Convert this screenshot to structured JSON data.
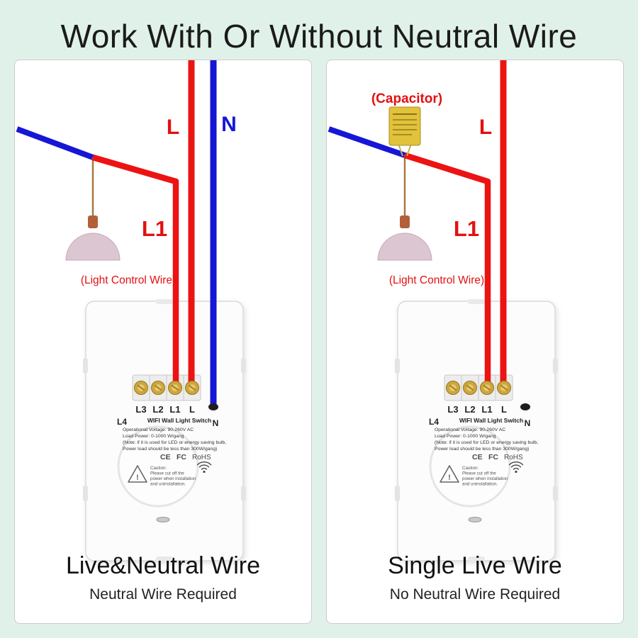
{
  "title": "Work With Or Without Neutral Wire",
  "colors": {
    "background": "#e0f1e9",
    "wire_red": "#ec1313",
    "wire_blue": "#1616d6",
    "label_red": "#e41010",
    "lamp_shade": "#dcc6d1",
    "capacitor_body": "#e2c23a"
  },
  "left_panel": {
    "label_l": "L",
    "label_n": "N",
    "label_l1": "L1",
    "light_control_wire": "(Light Control Wire)",
    "heading": "Live&Neutral Wire",
    "subheading": "Neutral Wire Required"
  },
  "right_panel": {
    "capacitor_label": "(Capacitor)",
    "label_l": "L",
    "label_l1": "L1",
    "light_control_wire": "(Light Control Wire)",
    "heading": "Single Live Wire",
    "subheading": "No Neutral Wire Required"
  },
  "switch_device": {
    "terminal_labels": [
      "L3",
      "L2",
      "L1",
      "L"
    ],
    "gang_label": "L4",
    "neutral_label": "N",
    "product_name": "WIFI Wall Light Switch",
    "spec_lines": [
      "Operational Voltage: 90-260V AC",
      "Load Power: 0-1000 W/gang",
      "(Note: if it is used for LED or energy saving bulb,",
      "Power load should be less than 300W/gang)"
    ],
    "cert_ce": "CE",
    "cert_fc": "FC",
    "cert_rohs": "RoHS",
    "caution_lines": [
      "Caution:",
      "Please cut off the",
      "power when installation",
      "and uninstallation."
    ]
  }
}
